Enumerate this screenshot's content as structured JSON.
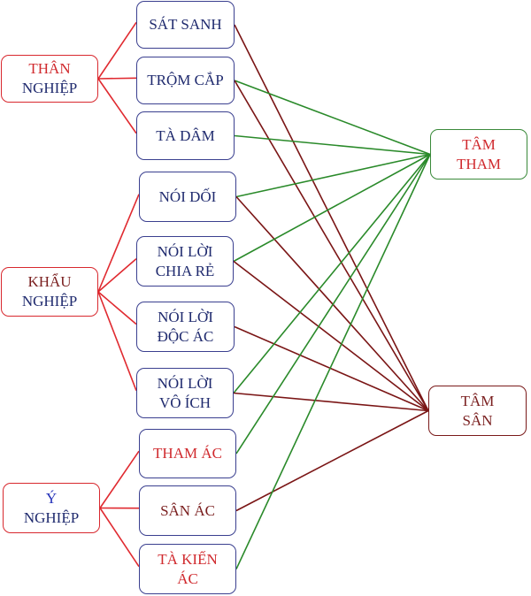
{
  "colors": {
    "parent_border": "#d8282e",
    "child_border": "#3a3f8f",
    "tham_border": "#3a8a3a",
    "san_border": "#7a1a1a",
    "line_parent": "#e02a30",
    "line_tham": "#2a8a2a",
    "line_san": "#7a1515",
    "text_navy": "#1f2a6e",
    "text_red": "#d02a2e",
    "text_brown": "#7a1f1f",
    "text_blue": "#2330b8"
  },
  "parents": [
    {
      "id": "than",
      "line1": "THÂN",
      "line1_color": "red",
      "line2": "NGHIỆP",
      "line2_color": "navy"
    },
    {
      "id": "khau",
      "line1": "KHẨU",
      "line1_color": "brown",
      "line2": "NGHIỆP",
      "line2_color": "navy"
    },
    {
      "id": "y",
      "line1": "Ý",
      "line1_color": "blue",
      "line2": "NGHIỆP",
      "line2_color": "navy"
    }
  ],
  "children": [
    {
      "id": "sat-sanh",
      "parent": "than",
      "lines": [
        "SÁT SANH"
      ],
      "color": "navy",
      "targets": [
        "san"
      ]
    },
    {
      "id": "trom-cap",
      "parent": "than",
      "lines": [
        "TRỘM CẮP"
      ],
      "color": "navy",
      "targets": [
        "tham",
        "san"
      ]
    },
    {
      "id": "ta-dam",
      "parent": "than",
      "lines": [
        "TÀ DÂM"
      ],
      "color": "navy",
      "targets": [
        "tham"
      ]
    },
    {
      "id": "noi-doi",
      "parent": "khau",
      "lines": [
        "NÓI DỐI"
      ],
      "color": "navy",
      "targets": [
        "tham",
        "san"
      ]
    },
    {
      "id": "noi-loi-chia-re",
      "parent": "khau",
      "lines": [
        "NÓI LỜI",
        "CHIA RẺ"
      ],
      "color": "navy",
      "targets": [
        "tham",
        "san"
      ]
    },
    {
      "id": "noi-loi-doc-ac",
      "parent": "khau",
      "lines": [
        "NÓI LỜI",
        "ĐỘC ÁC"
      ],
      "color": "navy",
      "targets": [
        "san"
      ]
    },
    {
      "id": "noi-loi-vo-ich",
      "parent": "khau",
      "lines": [
        "NÓI LỜI",
        "VÔ ÍCH"
      ],
      "color": "navy",
      "targets": [
        "tham",
        "san"
      ]
    },
    {
      "id": "tham-ac",
      "parent": "y",
      "lines": [
        "THAM ÁC"
      ],
      "color": "red",
      "targets": [
        "tham"
      ]
    },
    {
      "id": "san-ac",
      "parent": "y",
      "lines": [
        "SÂN ÁC"
      ],
      "color": "brown",
      "targets": [
        "san"
      ]
    },
    {
      "id": "ta-kien-ac",
      "parent": "y",
      "lines": [
        "TÀ KIẾN",
        "ÁC"
      ],
      "color": "red",
      "targets": [
        "tham"
      ]
    }
  ],
  "targets": [
    {
      "id": "tham",
      "lines": [
        "TÂM",
        "THAM"
      ],
      "color": "red"
    },
    {
      "id": "san",
      "lines": [
        "TÂM",
        "SÂN"
      ],
      "color": "brown"
    }
  ]
}
